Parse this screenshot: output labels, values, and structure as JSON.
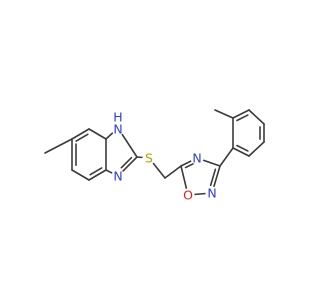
{
  "colors": {
    "bond": "#3a3a3a",
    "carbon": "#3a3a3a",
    "nitrogen": "#2f3fd6",
    "oxygen": "#e02020",
    "sulfur": "#b8a000",
    "background": "#ffffff"
  },
  "molecule": {
    "atoms": [
      {
        "id": "NH",
        "text": "N",
        "element": "N"
      },
      {
        "id": "Hlbl",
        "text": "H",
        "element": "N"
      },
      {
        "id": "N3",
        "text": "N",
        "element": "N"
      },
      {
        "id": "S",
        "text": "S",
        "element": "S"
      },
      {
        "id": "N4",
        "text": "N",
        "element": "N"
      },
      {
        "id": "N2",
        "text": "N",
        "element": "N"
      },
      {
        "id": "O1",
        "text": "O",
        "element": "O"
      }
    ]
  }
}
